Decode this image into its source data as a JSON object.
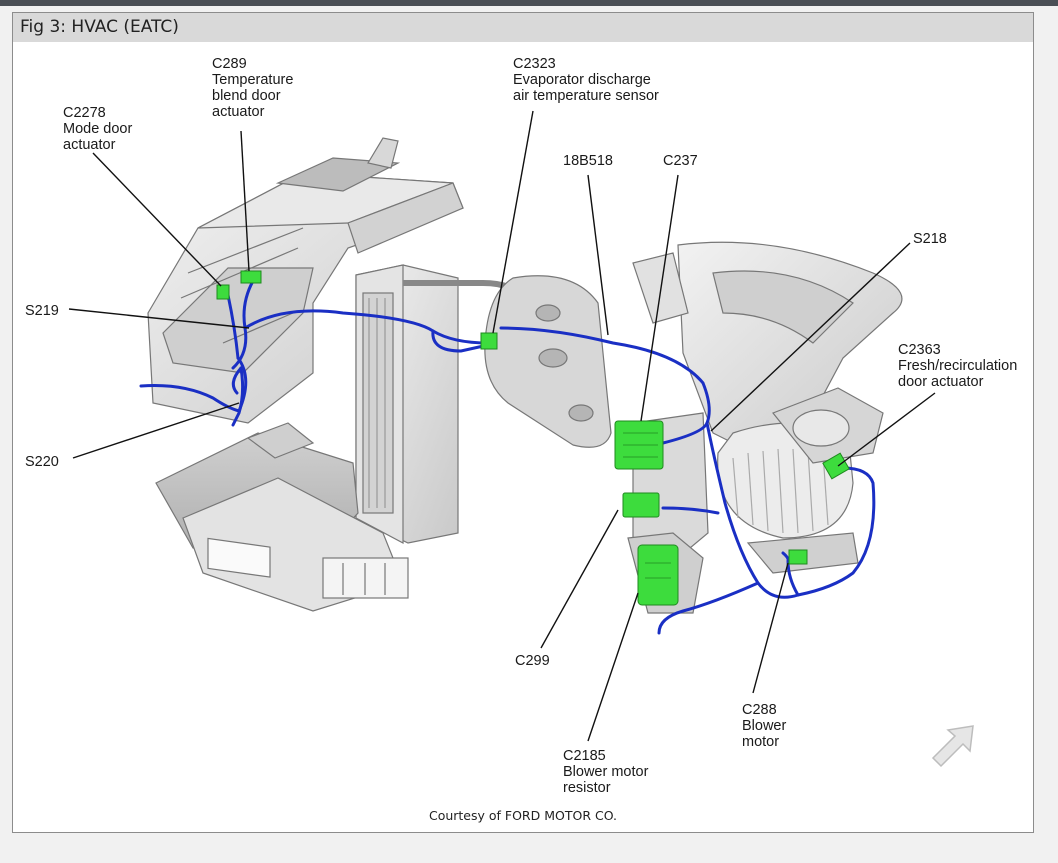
{
  "figure": {
    "title": "Fig 3: HVAC (EATC)",
    "credit": "Courtesy of FORD MOTOR CO."
  },
  "callouts": {
    "c2278": [
      "C2278",
      "Mode door",
      "actuator"
    ],
    "c289": [
      "C289",
      "Temperature",
      "blend door",
      "actuator"
    ],
    "c2323": [
      "C2323",
      "Evaporator discharge",
      "air temperature sensor"
    ],
    "b18b518": [
      "18B518"
    ],
    "c237": [
      "C237"
    ],
    "s218": [
      "S218"
    ],
    "s219": [
      "S219"
    ],
    "s220": [
      "S220"
    ],
    "c2363": [
      "C2363",
      "Fresh/recirculation",
      "door actuator"
    ],
    "c299": [
      "C299"
    ],
    "c288": [
      "C288",
      "Blower",
      "motor"
    ],
    "c2185": [
      "C2185",
      "Blower motor",
      "resistor"
    ]
  },
  "colors": {
    "harness": "#1a2fc4",
    "connector": "#3ddc3d",
    "housing": "#dcdcdc",
    "housing_edge": "#7a7a7a",
    "leader": "#111111"
  },
  "icons": {
    "nav": "arrow-up-right-icon"
  }
}
